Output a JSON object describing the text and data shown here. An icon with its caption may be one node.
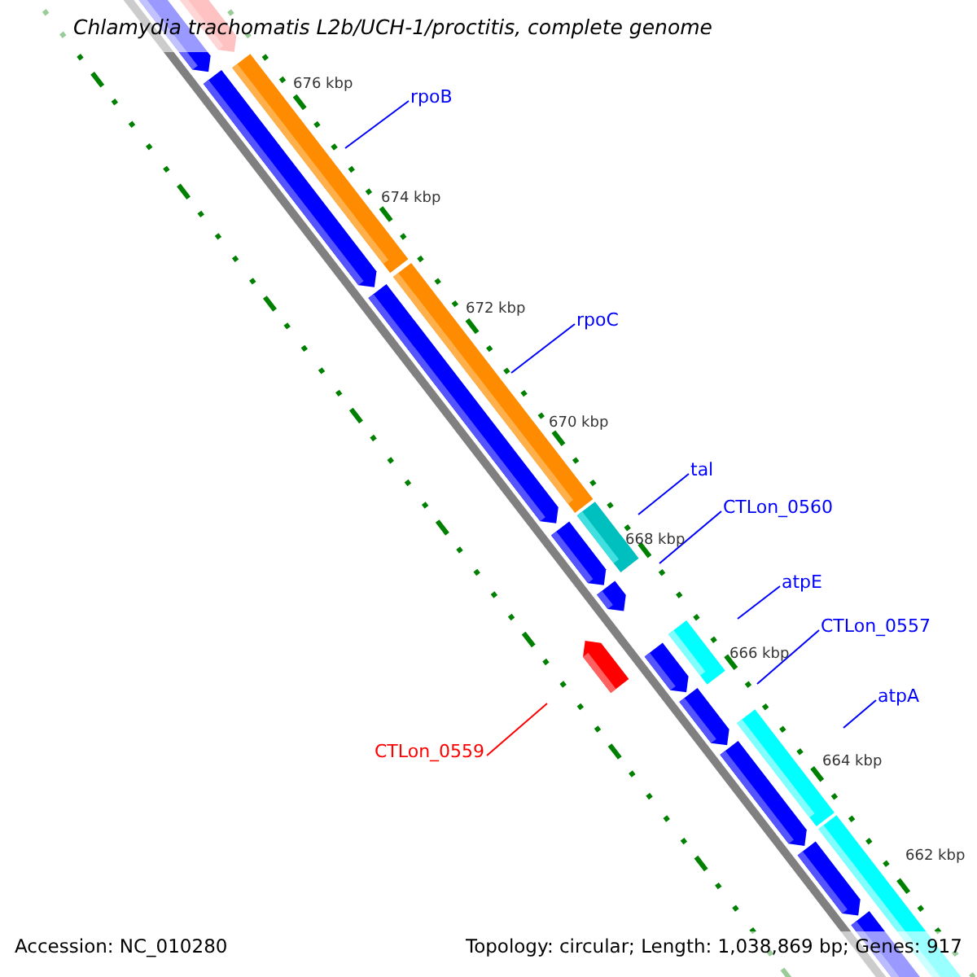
{
  "diagram": {
    "title": "Chlamydia trachomatis L2b/UCH-1/proctitis, complete genome",
    "nodes": [
      {
        "text": [
          "rpoB"
        ]
      },
      {
        "text": [
          "rpoC"
        ]
      },
      {
        "text": [
          "tal"
        ]
      },
      {
        "text": [
          "CTLon_0560"
        ]
      },
      {
        "text": [
          "atpE"
        ]
      },
      {
        "text": [
          "CTLon_0557"
        ]
      },
      {
        "text": [
          "atpA"
        ]
      },
      {
        "text": [
          "CTLon_0559"
        ]
      }
    ],
    "edges": [
      {
        "from": 0,
        "to": null,
        "arrow": "none"
      },
      {
        "from": 1,
        "to": null,
        "arrow": "none"
      },
      {
        "from": 2,
        "to": null,
        "arrow": "none"
      },
      {
        "from": 3,
        "to": null,
        "arrow": "none"
      },
      {
        "from": 4,
        "to": null,
        "arrow": "none"
      },
      {
        "from": 5,
        "to": null,
        "arrow": "none"
      },
      {
        "from": 6,
        "to": null,
        "arrow": "none"
      },
      {
        "from": 7,
        "to": null,
        "arrow": "none",
        "color": "#ff0000"
      }
    ],
    "labels": [
      "676 kbp",
      "674 kbp",
      "672 kbp",
      "670 kbp",
      "668 kbp",
      "666 kbp",
      "664 kbp",
      "662 kbp",
      "Accession: NC_010280",
      "Topology: circular; Length: 1,038,869 bp; Genes: 917"
    ]
  }
}
